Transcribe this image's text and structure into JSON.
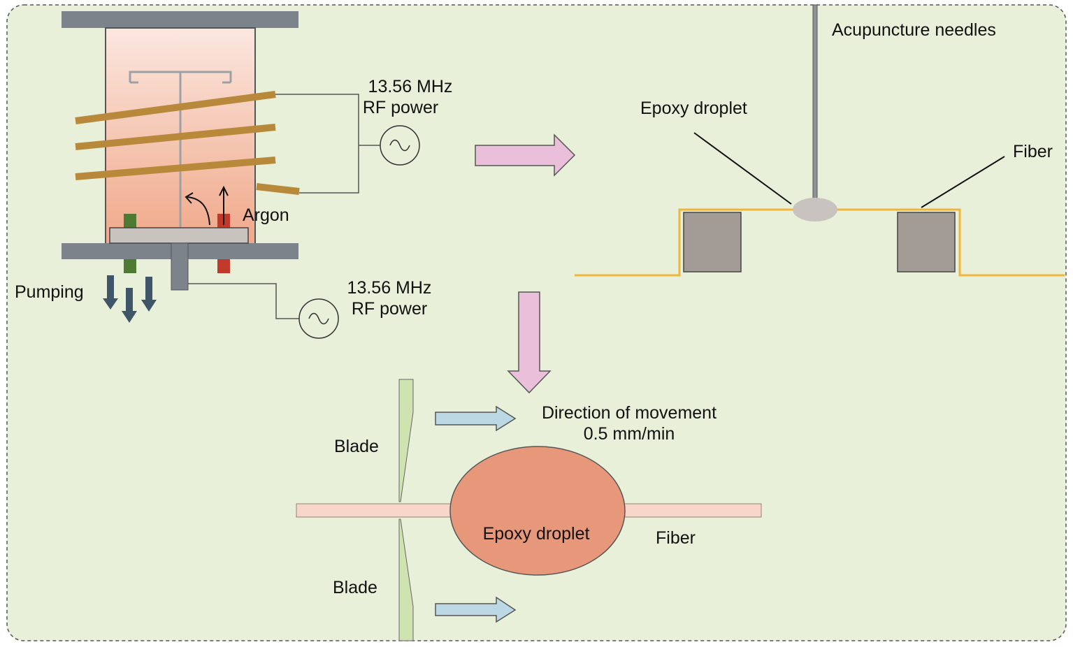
{
  "plasma_reactor": {
    "rf_power_top": {
      "line1": "13.56 MHz",
      "line2": "RF power"
    },
    "rf_power_bottom": {
      "line1": "13.56 MHz",
      "line2": "RF power"
    },
    "gas_label": "Argon",
    "pumping_label": "Pumping"
  },
  "droplet_setup": {
    "needle_label": "Acupuncture needles",
    "droplet_label": "Epoxy droplet",
    "fiber_label": "Fiber"
  },
  "debond_test": {
    "blade_top_label": "Blade",
    "blade_bottom_label": "Blade",
    "movement_line1": "Direction of movement",
    "movement_line2": "0.5 mm/min",
    "droplet_label": "Epoxy droplet",
    "fiber_label": "Fiber"
  },
  "colors": {
    "panel_background": "#e8f0d9",
    "chamber_gradient_top": "#fbe7df",
    "chamber_gradient_bottom": "#f0a88a",
    "coil": "#b8893a",
    "steel": "#7d838a",
    "process_arrow": "#e9bfd9",
    "movement_arrow": "#bcd8e4",
    "fiber_line": "#f0b53a",
    "droplet": "#e8987a",
    "blade": "#cfe3b0"
  }
}
